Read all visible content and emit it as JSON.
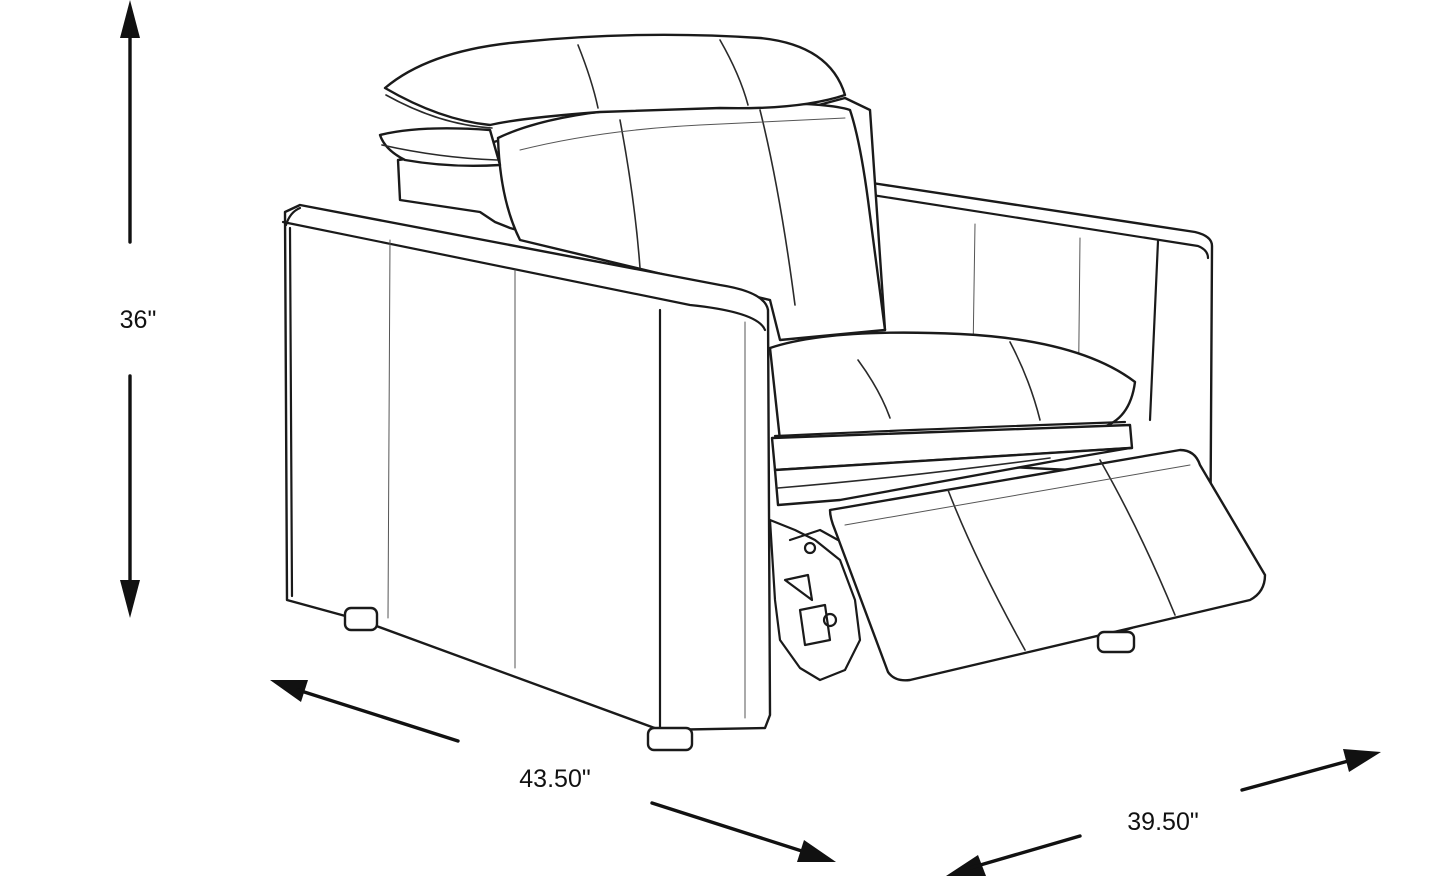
{
  "dimensions": {
    "height": "36\"",
    "width": "43.50\"",
    "depth": "39.50\""
  },
  "colors": {
    "line": "#1a1a1a",
    "background": "#ffffff"
  }
}
